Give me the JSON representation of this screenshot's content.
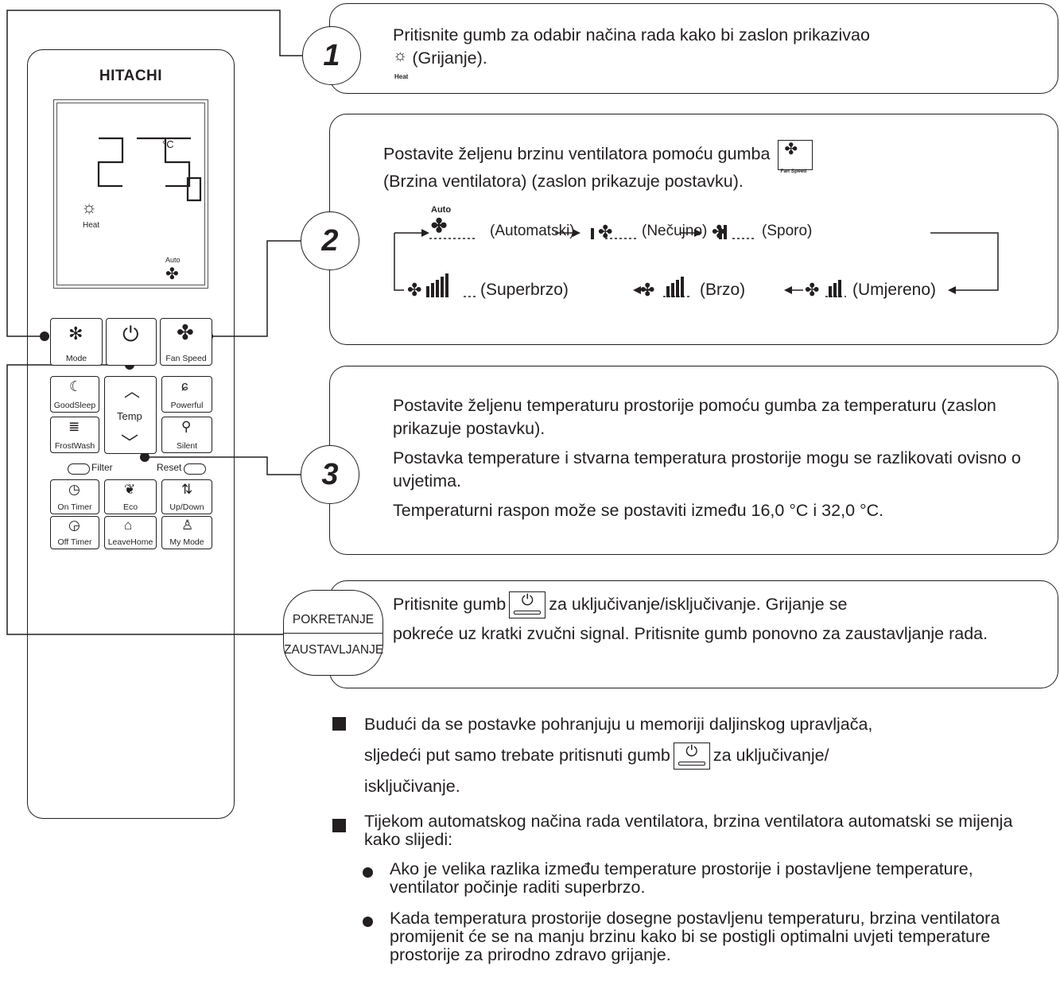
{
  "remote": {
    "brand": "HITACHI",
    "lcd": {
      "temp_main": "25",
      "temp_dec": ".0",
      "unit": "°C",
      "mode": "Heat",
      "fan": "Auto"
    },
    "buttons": {
      "mode": "Mode",
      "fan_speed": "Fan Speed",
      "goodsleep": "GoodSleep",
      "temp": "Temp",
      "powerful": "Powerful",
      "frostwash": "FrostWash",
      "silent": "Silent",
      "filter": "Filter",
      "reset": "Reset",
      "on_timer": "On Timer",
      "eco": "Eco",
      "updown": "Up/Down",
      "off_timer": "Off Timer",
      "leavehome": "LeaveHome",
      "mymode": "My Mode"
    }
  },
  "steps": [
    {
      "number": "1",
      "line1": "Pritisnite gumb za odabir načina rada kako bi zaslon prikazivao",
      "line2": "(Grijanje).",
      "icon_label": "Heat"
    },
    {
      "number": "2",
      "line1": "Postavite željenu brzinu ventilatora pomoću gumba",
      "line2": "(Brzina ventilatora) (zaslon prikazuje postavku).",
      "icon_label": "Fan Speed",
      "speeds": {
        "auto_tag": "Auto",
        "auto": "(Automatski)",
        "quiet": "(Nečujno)",
        "slow": "(Sporo)",
        "medium": "(Umjereno)",
        "fast": "(Brzo)",
        "super": "(Superbrzo)"
      }
    },
    {
      "number": "3",
      "p1": "Postavite željenu temperaturu prostorije pomoću gumba za temperaturu (zaslon prikazuje postavku).",
      "p2": "Postavka temperature i stvarna temperatura prostorije mogu se razlikovati ovisno o uvjetima.",
      "p3": "Temperaturni raspon može se postaviti između 16,0 °C i 32,0 °C."
    }
  ],
  "startstop": {
    "label_top": "POKRETANJE",
    "label_bottom": "ZAUSTAVLJANJE",
    "pre": "Pritisnite gumb",
    "post": "za uključivanje/isključivanje. Grijanje se",
    "rest": "pokreće uz kratki zvučni signal. Pritisnite gumb ponovno za zaustavljanje rada."
  },
  "notes": {
    "n1_line1": "Budući da se postavke pohranjuju u memoriji daljinskog upravljača,",
    "n1_pre": "sljedeći put samo trebate pritisnuti gumb",
    "n1_post": "za uključivanje/",
    "n1_line3": "isključivanje.",
    "n2": "Tijekom automatskog načina rada ventilatora, brzina ventilatora automatski se mijenja kako slijedi:",
    "b1": "Ako je velika razlika između temperature prostorije i postavljene temperature, ventilator počinje raditi superbrzo.",
    "b2": "Kada temperatura prostorije dosegne postavljenu temperaturu, brzina ventilatora promijenit će se na manju brzinu kako bi se postigli optimalni uvjeti temperature prostorije za prirodno zdravo grijanje."
  },
  "icons": {
    "power": "⏻",
    "fan": "✤",
    "sun": "☼"
  }
}
